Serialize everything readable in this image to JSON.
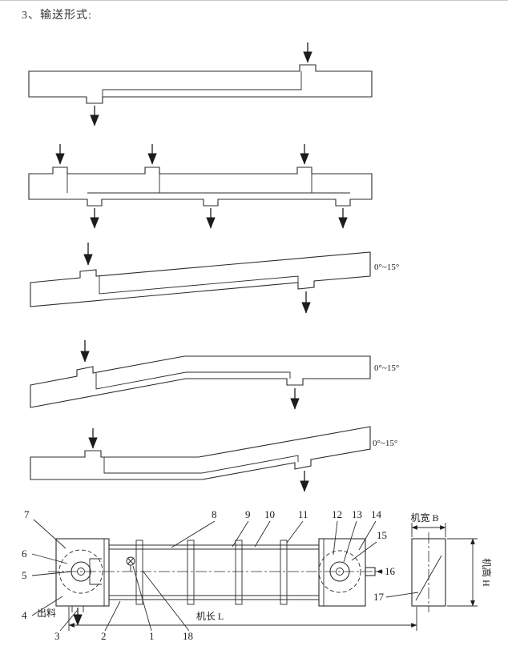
{
  "heading": "3、输送形式:",
  "conveyor_forms": {
    "angle_label": "0°~15°"
  },
  "machine_drawing": {
    "parts": {
      "n1": "1",
      "n2": "2",
      "n3": "3",
      "n4": "4",
      "n5": "5",
      "n6": "6",
      "n7": "7",
      "n8": "8",
      "n9": "9",
      "n10": "10",
      "n11": "11",
      "n12": "12",
      "n13": "13",
      "n14": "14",
      "n15": "15",
      "n16": "16",
      "n17": "17",
      "n18": "18"
    },
    "labels": {
      "discharge": "出料",
      "machine_length": "机长 L",
      "machine_width": "机宽 B",
      "machine_height": "机高 H"
    }
  }
}
